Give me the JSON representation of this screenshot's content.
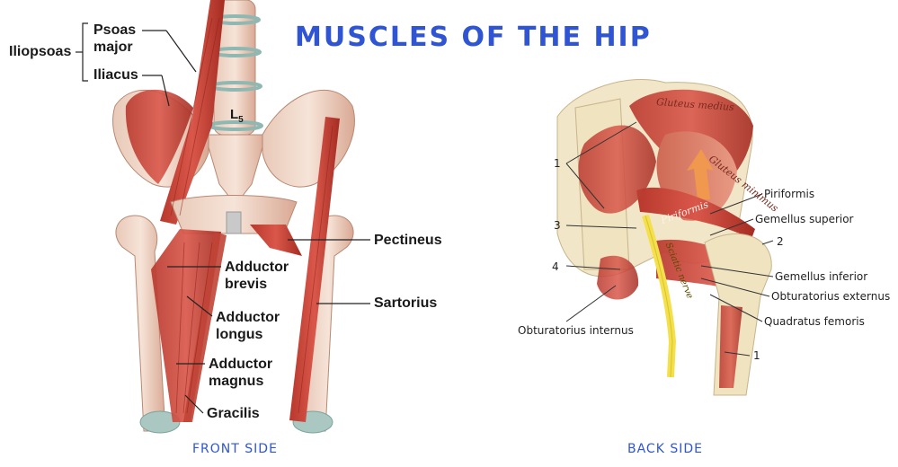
{
  "title": "MUSCLES OF THE HIP",
  "front": {
    "caption": "FRONT SIDE",
    "iliopsoas": "Iliopsoas",
    "psoas_major": [
      "Psoas",
      "major"
    ],
    "iliacus": "Iliacus",
    "vertebra": "L",
    "vertebra_sub": "5",
    "pectineus": "Pectineus",
    "adductor_brevis": [
      "Adductor",
      "brevis"
    ],
    "sartorius": "Sartorius",
    "adductor_longus": [
      "Adductor",
      "longus"
    ],
    "adductor_magnus": [
      "Adductor",
      "magnus"
    ],
    "gracilis": "Gracilis"
  },
  "back": {
    "caption": "BACK SIDE",
    "num_1_top": "1",
    "num_3": "3",
    "num_4": "4",
    "num_2": "2",
    "num_1_bottom": "1",
    "gluteus_medius": "Gluteus medius",
    "gluteus_minimus": "Gluteus minimus",
    "piriformis_inner": "Piriformis",
    "sciatic_nerve": "Sciatic nerve",
    "piriformis": "Piriformis",
    "gemellus_superior": "Gemellus superior",
    "gemellus_inferior": "Gemellus inferior",
    "obturatorius_externus": "Obturatorius externus",
    "quadratus_femoris": "Quadratus femoris",
    "obturatorius_internus": "Obturatorius internus"
  }
}
